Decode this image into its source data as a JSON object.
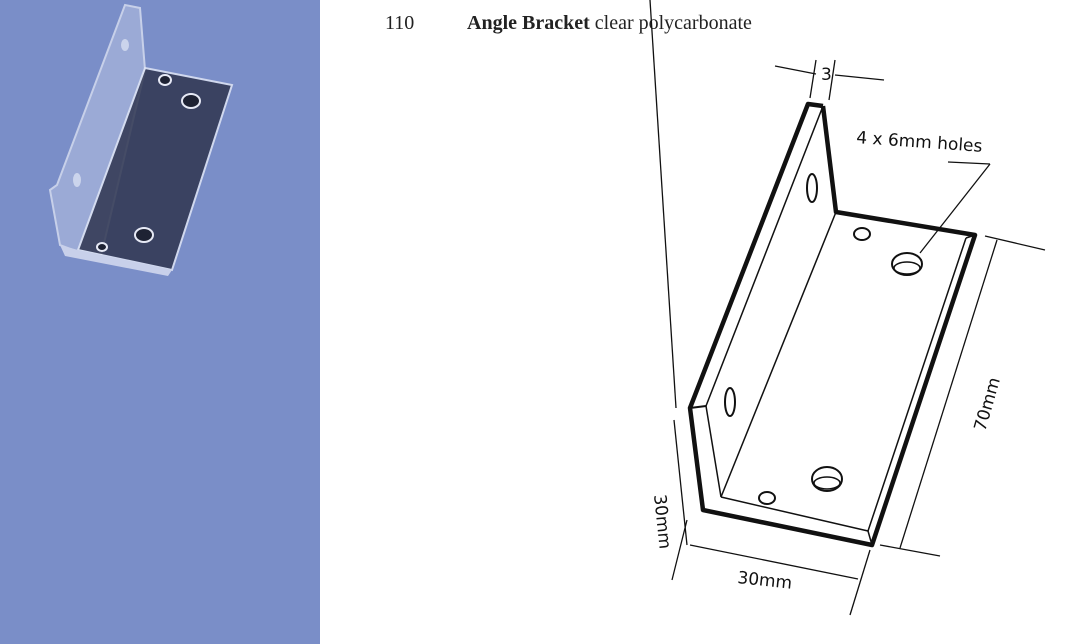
{
  "product": {
    "number": "110",
    "name": "Angle Bracket",
    "material": "clear polycarbonate"
  },
  "drawing": {
    "thickness_label": "3",
    "holes_label": "4 x 6mm holes",
    "length_label": "70mm",
    "height_label": "30mm",
    "width_label": "30mm"
  },
  "colors": {
    "photo_background": "#7a8ec8"
  }
}
